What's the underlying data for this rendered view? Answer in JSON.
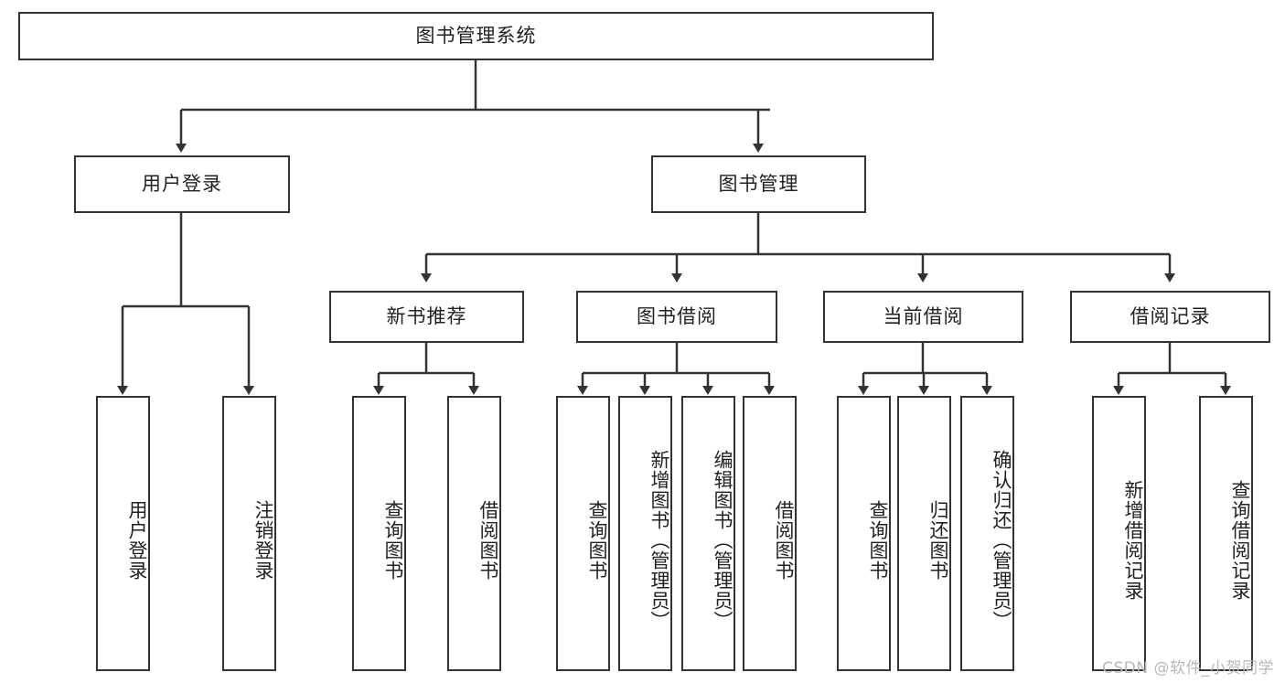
{
  "diagram": {
    "title": "图书管理系统",
    "type": "tree-hierarchy-chart",
    "root": {
      "label": "图书管理系统"
    },
    "level2": [
      {
        "label": "用户登录"
      },
      {
        "label": "图书管理"
      }
    ],
    "level3": [
      {
        "label": "新书推荐"
      },
      {
        "label": "图书借阅"
      },
      {
        "label": "当前借阅"
      },
      {
        "label": "借阅记录"
      }
    ],
    "leaves": {
      "user_login": [
        {
          "label": "用户登录"
        },
        {
          "label": "注销登录"
        }
      ],
      "new_book_recommend": [
        {
          "label": "查询图书"
        },
        {
          "label": "借阅图书"
        }
      ],
      "book_borrow": [
        {
          "label": "查询图书"
        },
        {
          "label": "新增图书（管理员）"
        },
        {
          "label": "编辑图书（管理员）"
        },
        {
          "label": "借阅图书"
        }
      ],
      "current_borrow": [
        {
          "label": "查询图书"
        },
        {
          "label": "归还图书"
        },
        {
          "label": "确认归还（管理员）"
        }
      ],
      "borrow_records": [
        {
          "label": "新增借阅记录"
        },
        {
          "label": "查询借阅记录"
        }
      ]
    }
  },
  "watermark": {
    "text": "CSDN @软件_小贺同学"
  },
  "colors": {
    "border": "#333333",
    "text": "#222222",
    "background": "#ffffff",
    "edge": "#333333",
    "watermark": "#b8b8b8"
  }
}
